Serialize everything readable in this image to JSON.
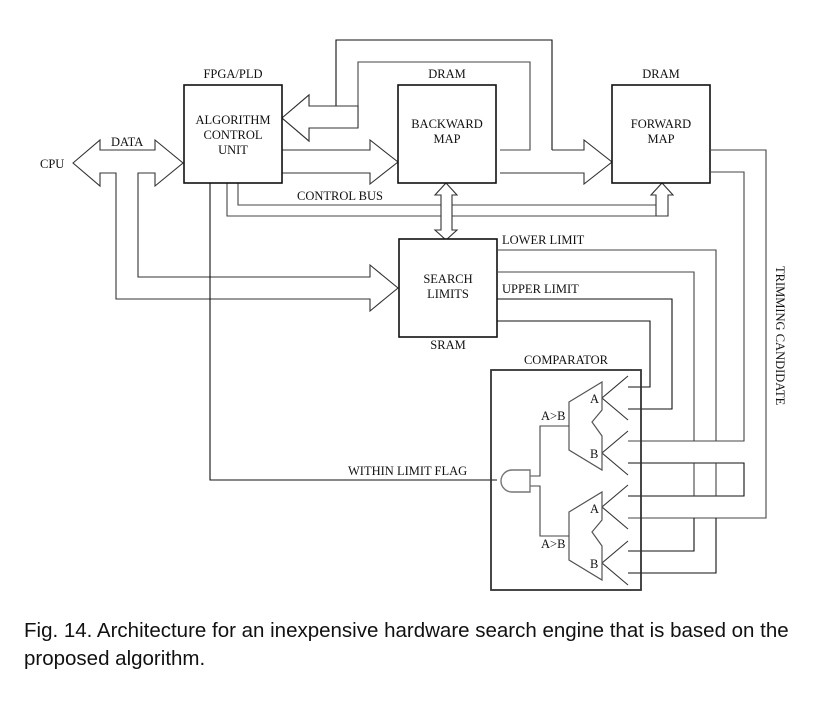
{
  "figure": {
    "caption": "Fig. 14. Architecture for an inexpensive hardware search engine that is based on the proposed algorithm."
  },
  "labels": {
    "cpu": "CPU",
    "data": "DATA",
    "fpga_pld": "FPGA/PLD",
    "acu_line1": "ALGORITHM",
    "acu_line2": "CONTROL",
    "acu_line3": "UNIT",
    "dram_backward": "DRAM",
    "backward_line1": "BACKWARD",
    "backward_line2": "MAP",
    "dram_forward": "DRAM",
    "forward_line1": "FORWARD",
    "forward_line2": "MAP",
    "control_bus": "CONTROL BUS",
    "search_line1": "SEARCH",
    "search_line2": "LIMITS",
    "sram": "SRAM",
    "lower_limit": "LOWER LIMIT",
    "upper_limit": "UPPER LIMIT",
    "comparator": "COMPARATOR",
    "input_a_top": "A",
    "input_b_top": "B",
    "input_a_bottom": "A",
    "input_b_bottom": "B",
    "a_gt_b_top": "A>B",
    "a_gt_b_bottom": "A>B",
    "within_limit_flag": "WITHIN LIMIT FLAG",
    "trimming_candidate": "TRIMMING CANDIDATE"
  }
}
